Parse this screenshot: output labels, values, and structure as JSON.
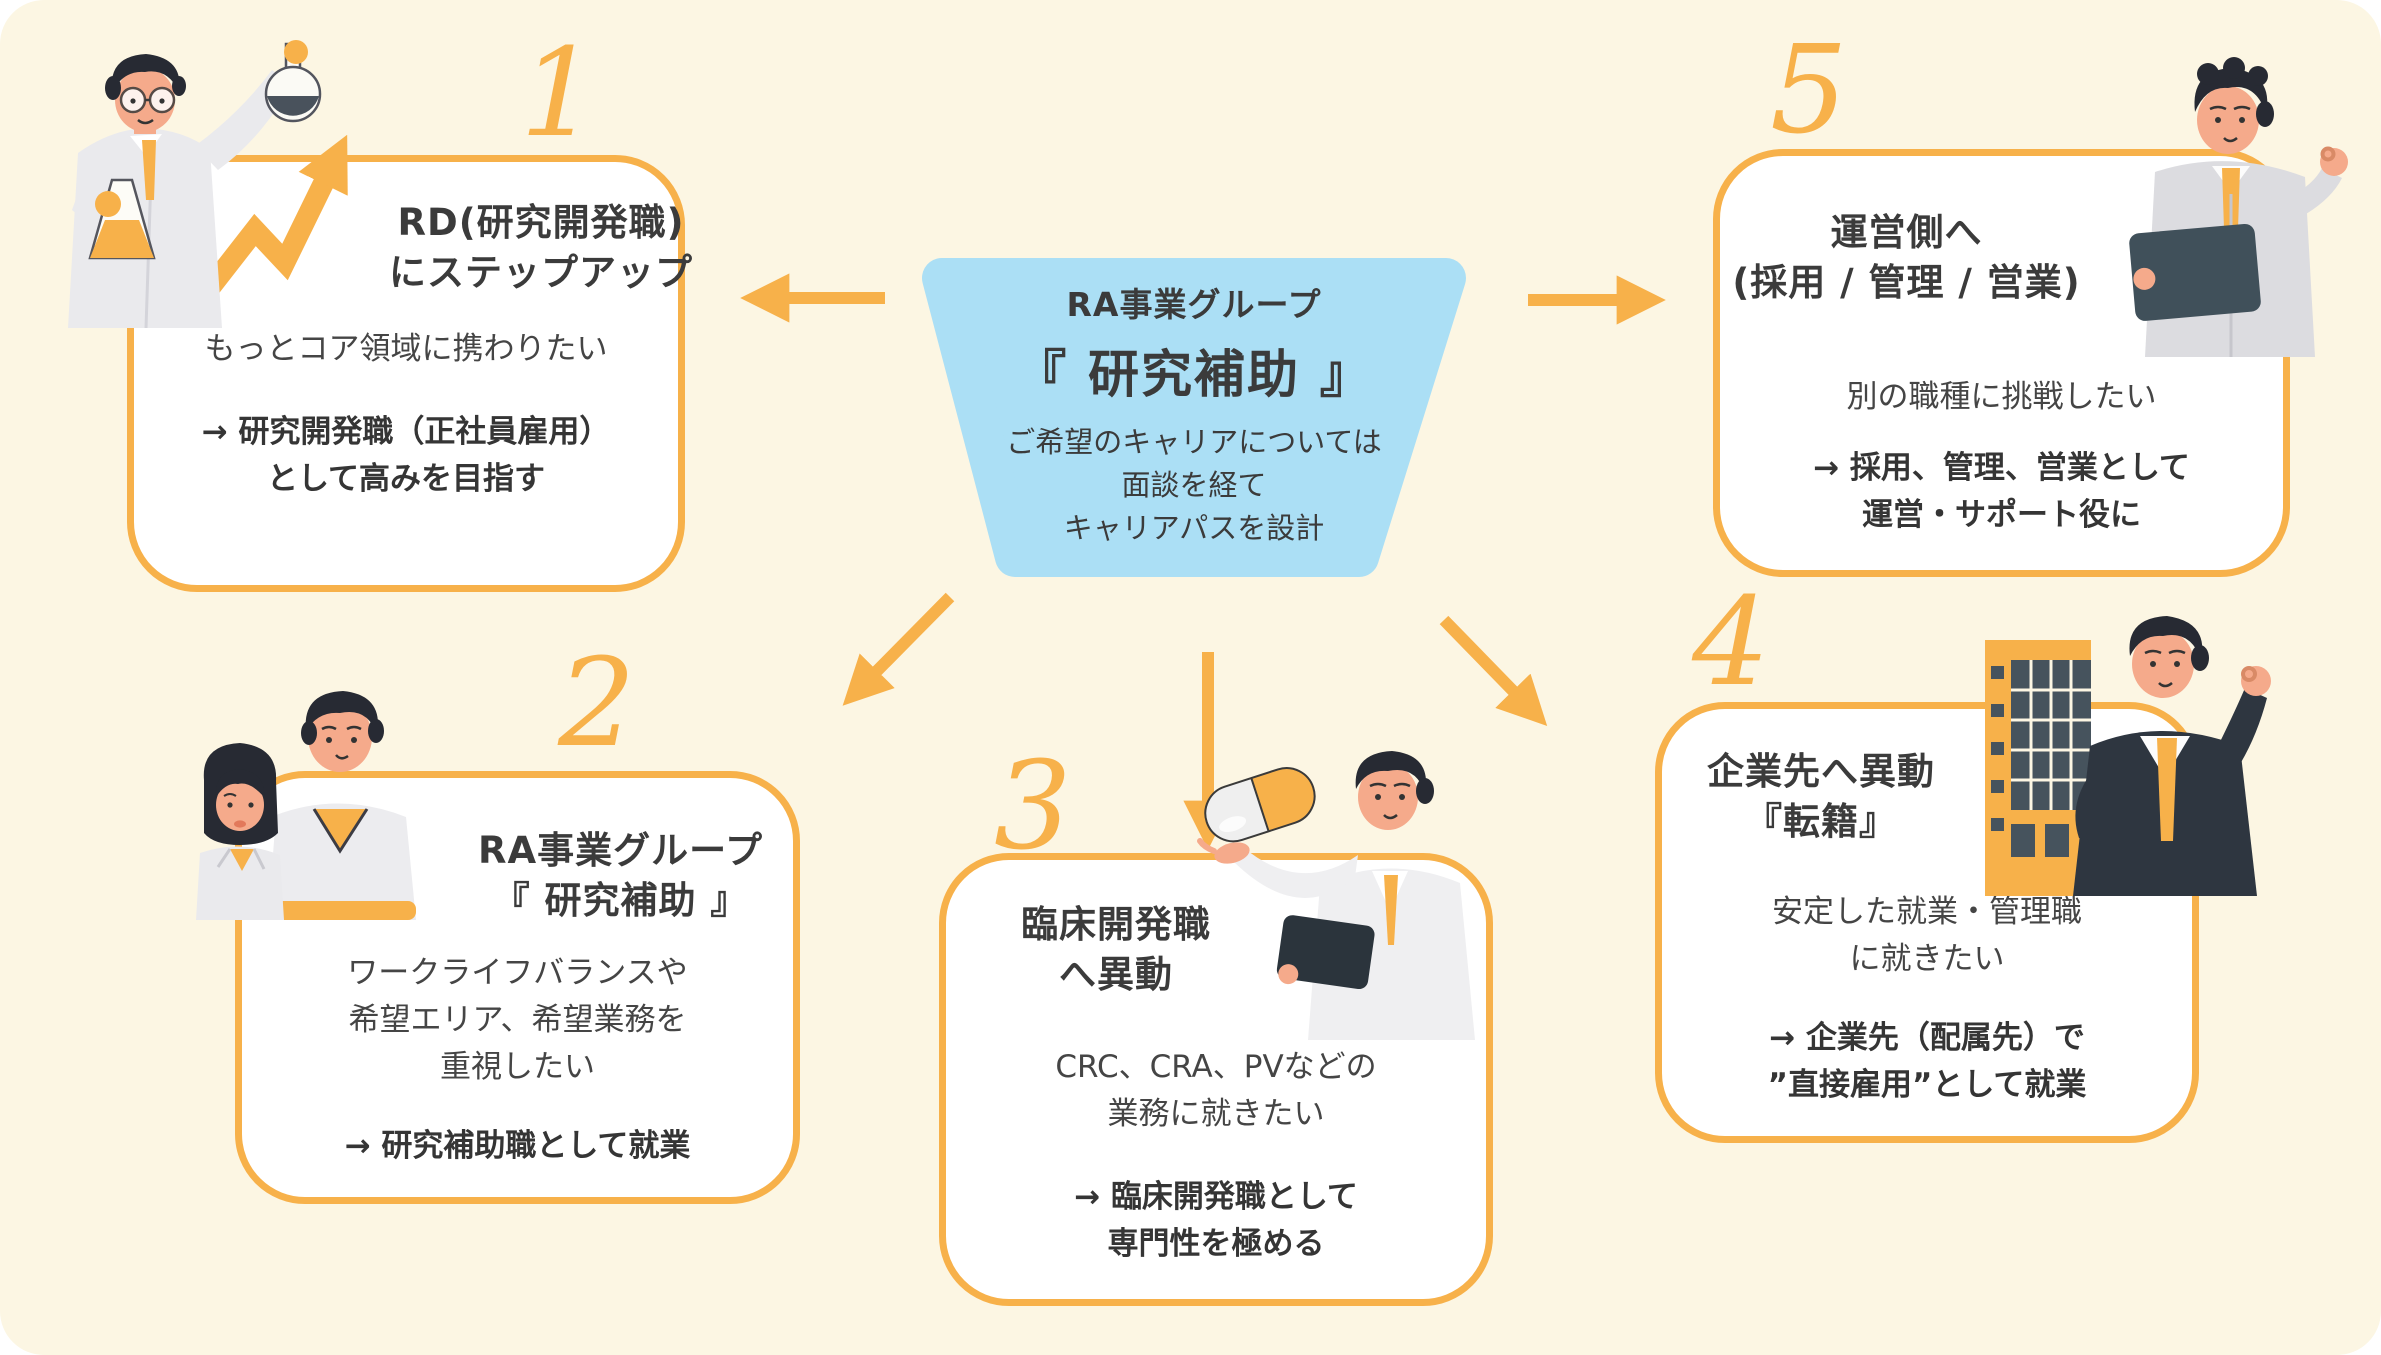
{
  "colors": {
    "background_cream": "#FCF6E3",
    "accent_orange": "#F7B14A",
    "center_blue": "#ABDFF5",
    "card_fill": "#FFFFFF",
    "text_dark": "#3B3B3B"
  },
  "center_node": {
    "group_label": "RA事業グループ",
    "main_title": "『 研究補助 』",
    "caption_lines": [
      "ご希望のキャリアについては",
      "面談を経て",
      "キャリアパスを設計"
    ]
  },
  "cards": [
    {
      "number": "1",
      "title_lines": [
        "RD(研究開発職)",
        "にステップアップ"
      ],
      "desire_lines": [
        "もっとコア領域に携わりたい"
      ],
      "outcome_lines": [
        "→ 研究開発職（正社員雇用）",
        "として高みを目指す"
      ],
      "illustration": "scientist-with-flasks-and-rising-arrow"
    },
    {
      "number": "2",
      "title_lines": [
        "RA事業グループ",
        "『 研究補助 』"
      ],
      "desire_lines": [
        "ワークライフバランスや",
        "希望エリア、希望業務を",
        "重視したい"
      ],
      "outcome_lines": [
        "→ 研究補助職として就業"
      ],
      "illustration": "two-lab-researchers"
    },
    {
      "number": "3",
      "title_lines": [
        "臨床開発職",
        "へ異動"
      ],
      "desire_lines": [
        "CRC、CRA、PVなどの",
        "業務に就きたい"
      ],
      "outcome_lines": [
        "→ 臨床開発職として",
        "専門性を極める"
      ],
      "illustration": "pharmacist-holding-capsule-and-tablet"
    },
    {
      "number": "4",
      "title_lines": [
        "企業先へ異動",
        "『転籍』"
      ],
      "desire_lines": [
        "安定した就業・管理職",
        "に就きたい"
      ],
      "outcome_lines": [
        "→ 企業先（配属先）で",
        "”直接雇用”として就業"
      ],
      "illustration": "businessman-ok-sign-with-office-building"
    },
    {
      "number": "5",
      "title_lines": [
        "運営側へ",
        "(採用 / 管理 / 営業)"
      ],
      "desire_lines": [
        "別の職種に挑戦したい"
      ],
      "outcome_lines": [
        "→ 採用、管理、営業として",
        "運営・サポート役に"
      ],
      "illustration": "staff-member-holding-tablet"
    }
  ]
}
